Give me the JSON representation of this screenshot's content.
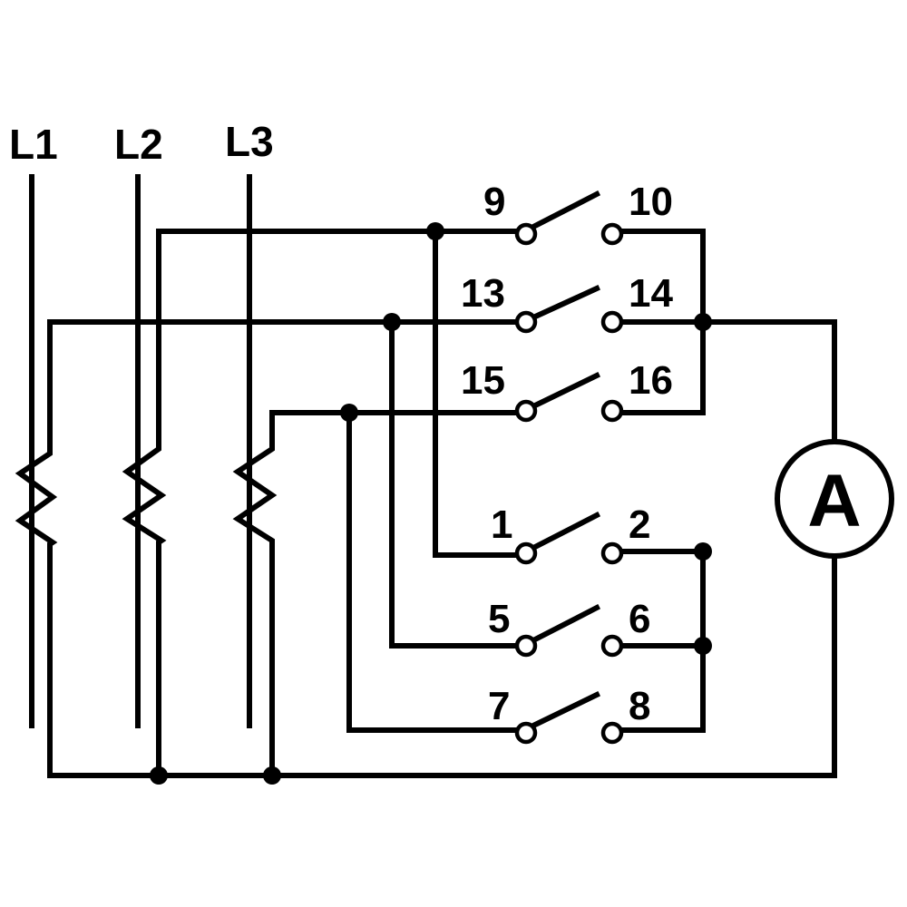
{
  "lines": [
    {
      "id": "L1",
      "label": "L1"
    },
    {
      "id": "L2",
      "label": "L2"
    },
    {
      "id": "L3",
      "label": "L3"
    }
  ],
  "switches": [
    {
      "id": "9-10",
      "left": "9",
      "right": "10"
    },
    {
      "id": "13-14",
      "left": "13",
      "right": "14"
    },
    {
      "id": "15-16",
      "left": "15",
      "right": "16"
    },
    {
      "id": "1-2",
      "left": "1",
      "right": "2"
    },
    {
      "id": "5-6",
      "left": "5",
      "right": "6"
    },
    {
      "id": "7-8",
      "left": "7",
      "right": "8"
    }
  ],
  "meter": {
    "label": "A",
    "kind": "ammeter"
  }
}
